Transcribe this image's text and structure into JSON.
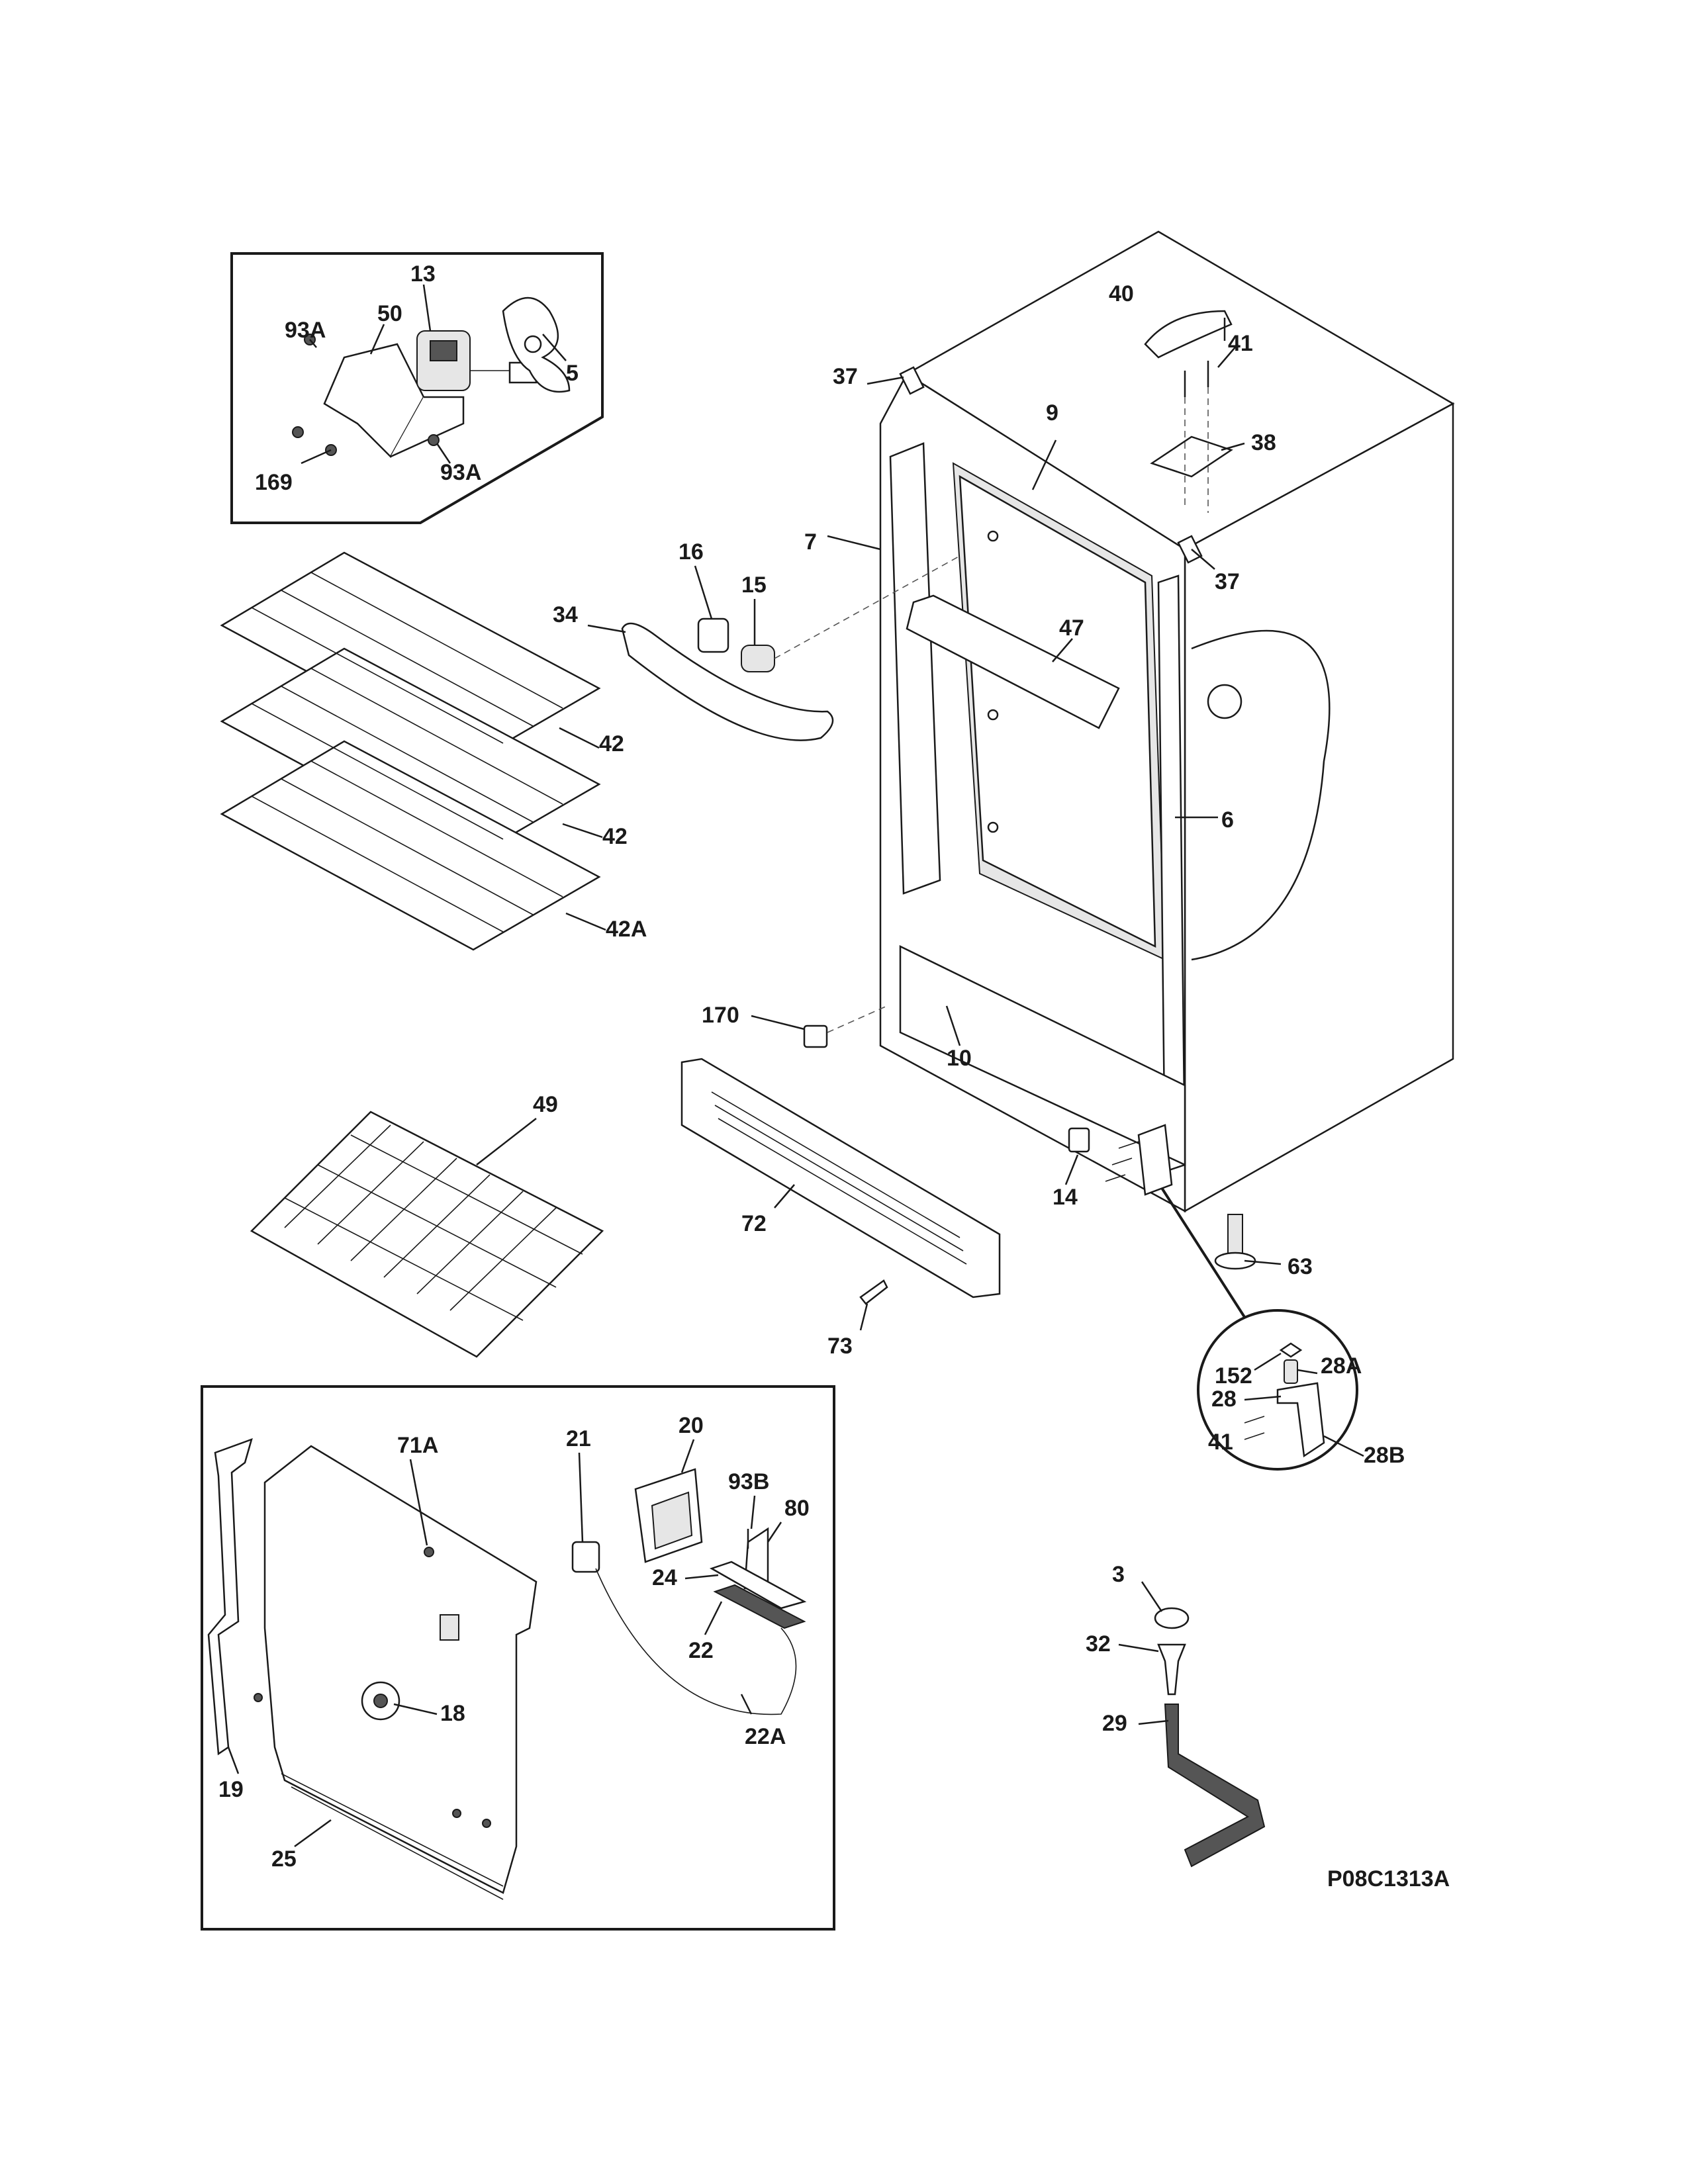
{
  "drawing_code": "P08C1313A",
  "labels": {
    "l13": "13",
    "l50": "50",
    "l93a_top": "93A",
    "l5": "5",
    "l169": "169",
    "l93a_bot": "93A",
    "l40": "40",
    "l41_top": "41",
    "l37_left": "37",
    "l37_right": "37",
    "l38": "38",
    "l9": "9",
    "l7": "7",
    "l16": "16",
    "l15": "15",
    "l34": "34",
    "l47": "47",
    "l42_a": "42",
    "l42_b": "42",
    "l42a": "42A",
    "l6": "6",
    "l170": "170",
    "l10": "10",
    "l49": "49",
    "l72": "72",
    "l14": "14",
    "l63": "63",
    "l73": "73",
    "l152": "152",
    "l28a": "28A",
    "l28": "28",
    "l41_inset": "41",
    "l28b": "28B",
    "l20": "20",
    "l71a": "71A",
    "l21": "21",
    "l93b": "93B",
    "l80": "80",
    "l24": "24",
    "l22": "22",
    "l18": "18",
    "l22a": "22A",
    "l19": "19",
    "l25": "25",
    "l3": "3",
    "l32": "32",
    "l29": "29"
  }
}
